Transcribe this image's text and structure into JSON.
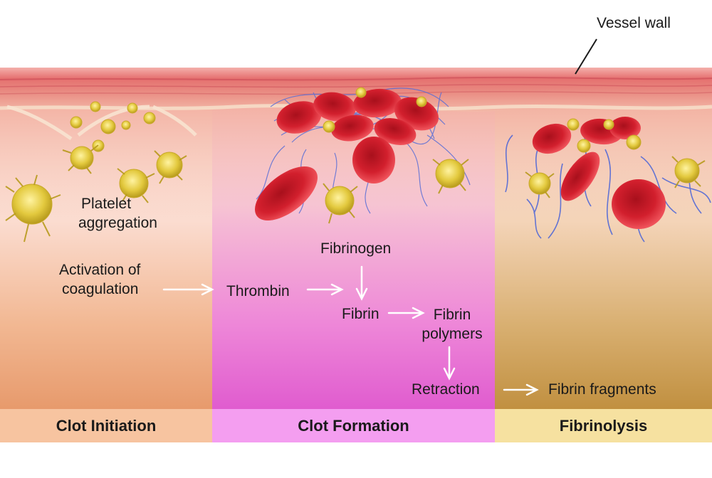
{
  "labels": {
    "vessel_wall": "Vessel wall",
    "platelet_aggregation": [
      "Platelet",
      "aggregation"
    ],
    "activation_of_coagulation": [
      "Activation of",
      "coagulation"
    ],
    "thrombin": "Thrombin",
    "fibrinogen": "Fibrinogen",
    "fibrin": "Fibrin",
    "fibrin_polymers": [
      "Fibrin",
      "polymers"
    ],
    "retraction": "Retraction",
    "fibrin_fragments": "Fibrin fragments"
  },
  "phases": [
    {
      "label": "Clot Initiation",
      "color": "#f7c4a0"
    },
    {
      "label": "Clot Formation",
      "color": "#f49ef0"
    },
    {
      "label": "Fibrinolysis",
      "color": "#f6e1a0"
    }
  ],
  "colors": {
    "vessel_wall": "#e88a8a",
    "tissue": "#f3b3a3",
    "red_blood_cell": "#d6202e",
    "platelet": "#e6cf45",
    "fibrin_strand": "#5a6fd6",
    "arrow": "#ffffff"
  }
}
